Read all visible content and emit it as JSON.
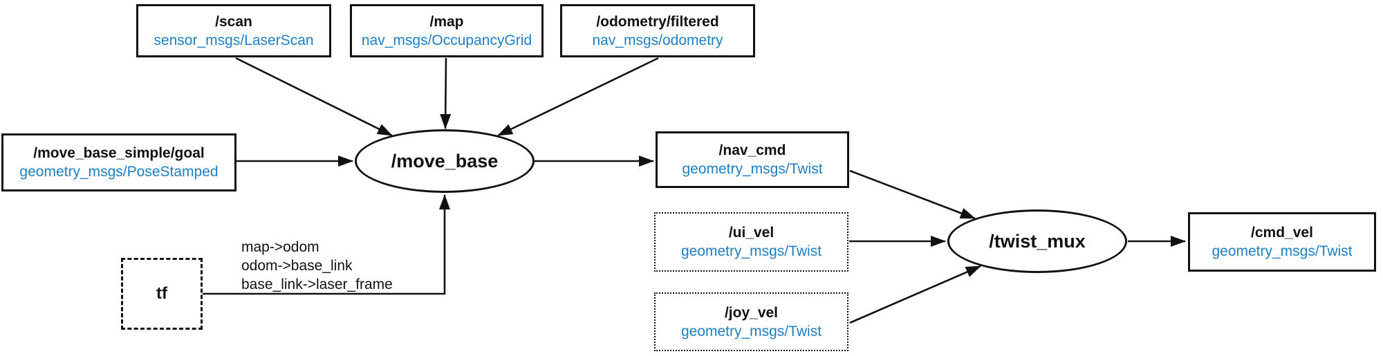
{
  "diagram": {
    "accent_color": "#1e7fc1",
    "nodes": {
      "scan": {
        "topic": "/scan",
        "msg_type": "sensor_msgs/LaserScan"
      },
      "map": {
        "topic": "/map",
        "msg_type": "nav_msgs/OccupancyGrid"
      },
      "odometry_filtered": {
        "topic": "/odometry/filtered",
        "msg_type": "nav_msgs/odometry"
      },
      "move_base_goal": {
        "topic": "/move_base_simple/goal",
        "msg_type": "geometry_msgs/PoseStamped"
      },
      "move_base": {
        "label": "/move_base"
      },
      "tf": {
        "label": "tf",
        "transforms": [
          "map->odom",
          "odom->base_link",
          "base_link->laser_frame"
        ]
      },
      "nav_cmd": {
        "topic": "/nav_cmd",
        "msg_type": "geometry_msgs/Twist"
      },
      "ui_vel": {
        "topic": "/ui_vel",
        "msg_type": "geometry_msgs/Twist"
      },
      "joy_vel": {
        "topic": "/joy_vel",
        "msg_type": "geometry_msgs/Twist"
      },
      "twist_mux": {
        "label": "/twist_mux"
      },
      "cmd_vel": {
        "topic": "/cmd_vel",
        "msg_type": "geometry_msgs/Twist"
      }
    }
  }
}
